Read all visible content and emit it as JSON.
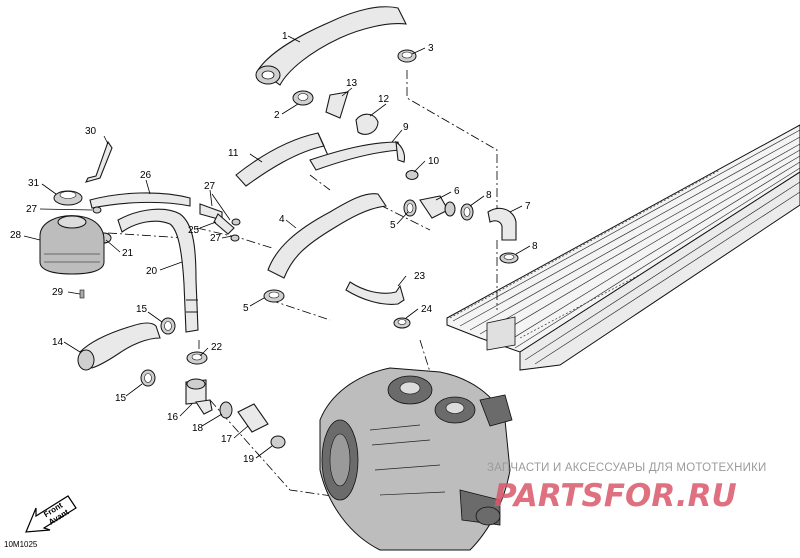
{
  "diagram": {
    "code": "10M1025",
    "front_label": "Front",
    "front_label_fr": "Avant",
    "callouts": [
      {
        "id": "c1",
        "label": "1"
      },
      {
        "id": "c2",
        "label": "2"
      },
      {
        "id": "c3",
        "label": "3"
      },
      {
        "id": "c4",
        "label": "4"
      },
      {
        "id": "c5a",
        "label": "5"
      },
      {
        "id": "c5b",
        "label": "5"
      },
      {
        "id": "c6",
        "label": "6"
      },
      {
        "id": "c7",
        "label": "7"
      },
      {
        "id": "c8a",
        "label": "8"
      },
      {
        "id": "c8b",
        "label": "8"
      },
      {
        "id": "c9",
        "label": "9"
      },
      {
        "id": "c10",
        "label": "10"
      },
      {
        "id": "c11",
        "label": "11"
      },
      {
        "id": "c12",
        "label": "12"
      },
      {
        "id": "c13",
        "label": "13"
      },
      {
        "id": "c14",
        "label": "14"
      },
      {
        "id": "c15a",
        "label": "15"
      },
      {
        "id": "c15b",
        "label": "15"
      },
      {
        "id": "c16",
        "label": "16"
      },
      {
        "id": "c17",
        "label": "17"
      },
      {
        "id": "c18",
        "label": "18"
      },
      {
        "id": "c19",
        "label": "19"
      },
      {
        "id": "c20",
        "label": "20"
      },
      {
        "id": "c21",
        "label": "21"
      },
      {
        "id": "c22",
        "label": "22"
      },
      {
        "id": "c23",
        "label": "23"
      },
      {
        "id": "c24",
        "label": "24"
      },
      {
        "id": "c25",
        "label": "25"
      },
      {
        "id": "c26",
        "label": "26"
      },
      {
        "id": "c27a",
        "label": "27"
      },
      {
        "id": "c27b",
        "label": "27"
      },
      {
        "id": "c27c",
        "label": "27"
      },
      {
        "id": "c28",
        "label": "28"
      },
      {
        "id": "c29",
        "label": "29"
      },
      {
        "id": "c30",
        "label": "30"
      },
      {
        "id": "c31",
        "label": "31"
      }
    ]
  },
  "watermark": {
    "caption": "ЗАПЧАСТИ И АКСЕССУАРЫ ДЛЯ МОТОТЕХНИКИ",
    "logo": "PARTSFOR.RU",
    "color": "#d9586b"
  }
}
